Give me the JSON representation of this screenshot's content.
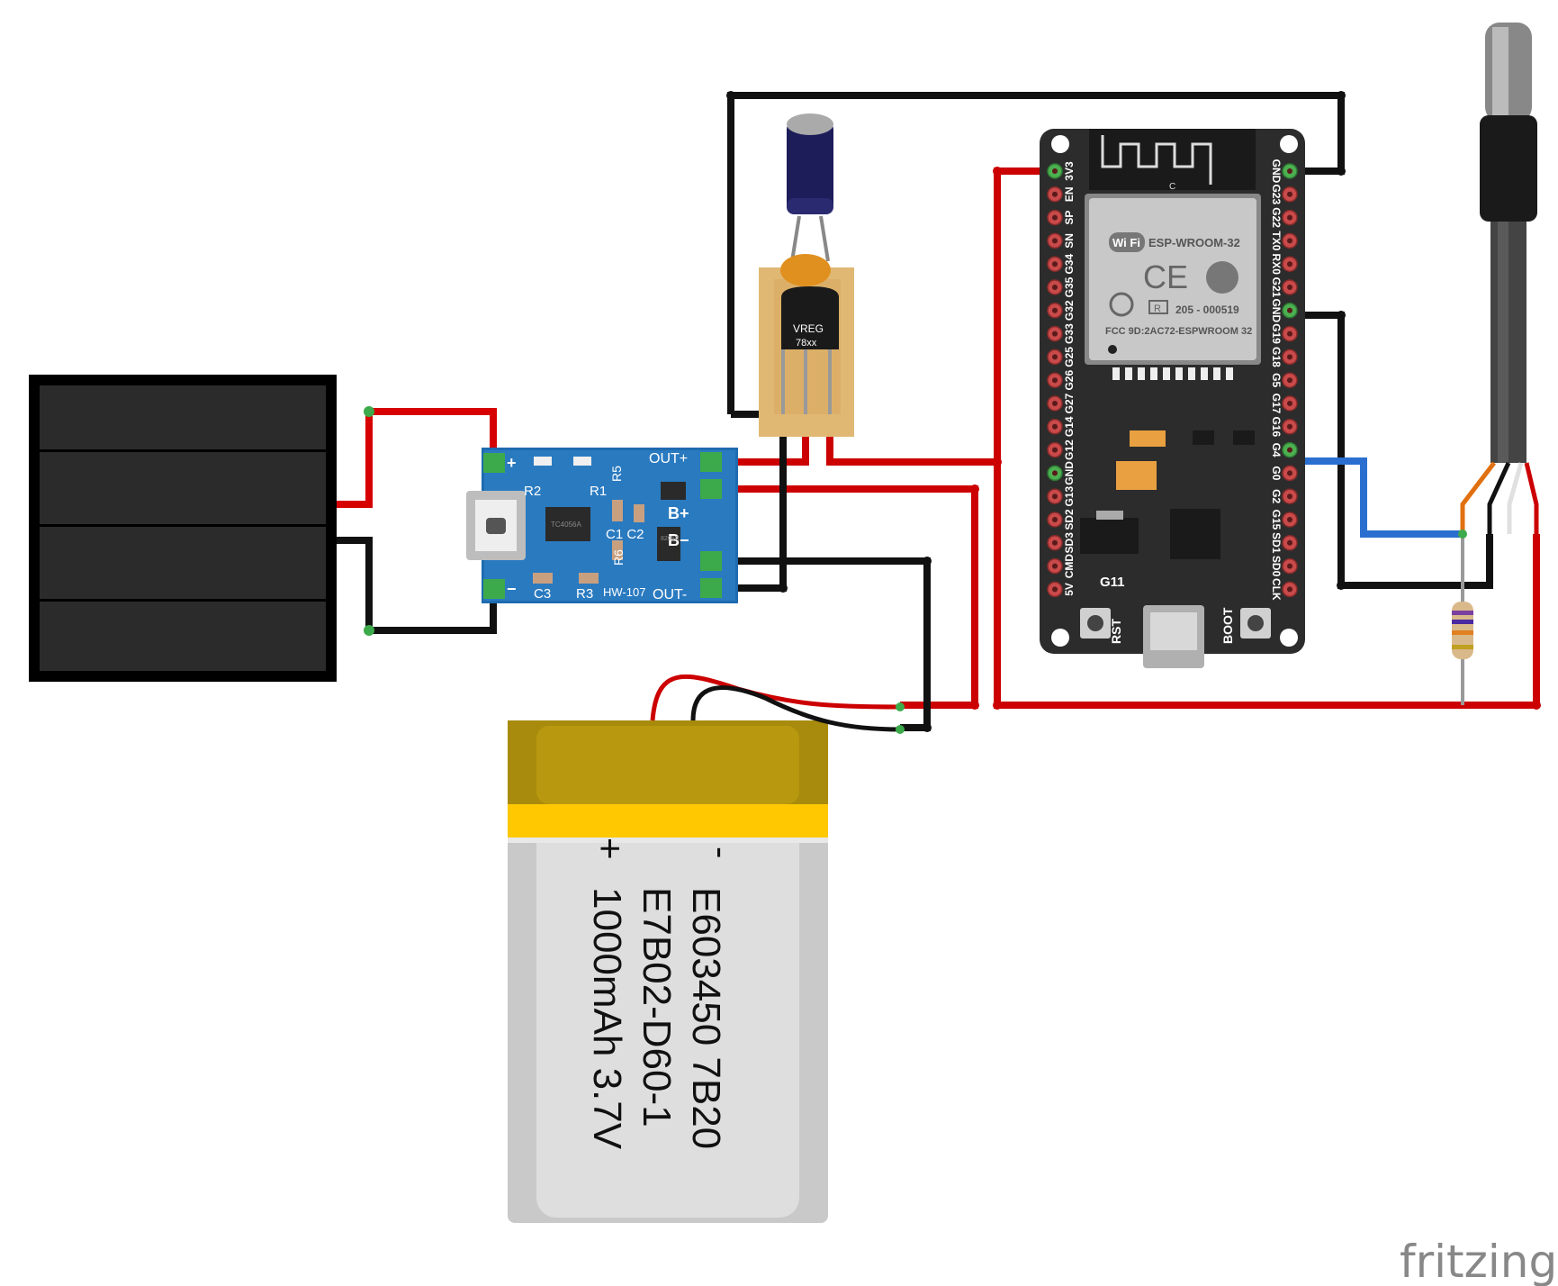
{
  "tp4056": {
    "plus": "+",
    "minus": "−",
    "r2": "R2",
    "r1": "R1",
    "r5": "R5",
    "c1c2": "C1 C2",
    "r6": "R6",
    "c3": "C3",
    "r3": "R3",
    "model": "HW-107",
    "out_plus": "OUT+",
    "b_plus": "B+",
    "b_minus": "B−",
    "out_minus": "OUT-",
    "chip1": "TC4056A",
    "chip2": "8205A"
  },
  "regulator": {
    "line1": "VREG",
    "line2": "78xx"
  },
  "esp32": {
    "module_name": "ESP-WROOM-32",
    "wifi": "Wi Fi",
    "ce": "CE",
    "cert": "205 - 000519",
    "r_mark": "R",
    "fcc": "FCC 9D:2AC72-ESPWROOM 32",
    "c_mark": "C",
    "left_pins": [
      "3V3",
      "EN",
      "SP",
      "SN",
      "G34",
      "G35",
      "G32",
      "G33",
      "G25",
      "G26",
      "G27",
      "G14",
      "G12",
      "GND",
      "G13",
      "SD2",
      "SD3",
      "CMD",
      "5V"
    ],
    "right_pins": [
      "GND",
      "G23",
      "G22",
      "TX0",
      "RX0",
      "G21",
      "GND",
      "G19",
      "G18",
      "G5",
      "G17",
      "G16",
      "G4",
      "G0",
      "G2",
      "G15",
      "SD1",
      "SD0",
      "CLK"
    ],
    "g11": "G11",
    "rst": "RST",
    "boot": "BOOT"
  },
  "battery": {
    "minus": "-",
    "plus": "+",
    "line1": "E603450 7B20",
    "line2": "E7B02-D60-1",
    "line3": "1000mAh 3.7V"
  },
  "brand": "fritzing",
  "colors": {
    "wire_red": "#cc0000",
    "wire_black": "#1a1a1a",
    "wire_blue": "#2a6fd0",
    "pcb_blue": "#2a73b8",
    "esp_board": "#303030",
    "battery_gold": "#b8940f",
    "battery_silver": "#d9d9d9"
  }
}
